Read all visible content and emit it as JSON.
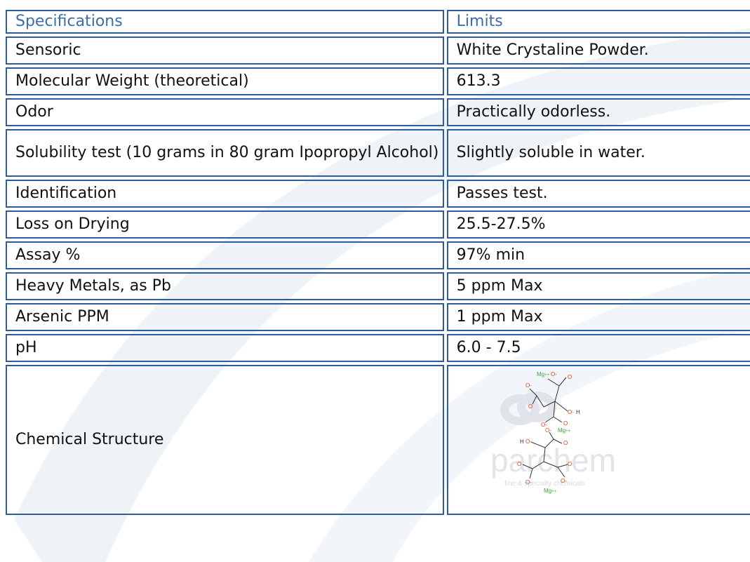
{
  "header": {
    "col1": "Specifications",
    "col2": "Limits"
  },
  "rows": [
    {
      "spec": "Sensoric",
      "limit": "White Crystaline Powder."
    },
    {
      "spec": "Molecular Weight (theoretical)",
      "limit": "613.3"
    },
    {
      "spec": "Odor",
      "limit": "Practically odorless."
    },
    {
      "spec": "Solubility test (10 grams in 80 gram Ipopropyl Alcohol)",
      "limit": "Slightly soluble in water."
    },
    {
      "spec": "Identification",
      "limit": "Passes test."
    },
    {
      "spec": "Loss on Drying",
      "limit": "25.5-27.5%"
    },
    {
      "spec": "Assay %",
      "limit": "97% min"
    },
    {
      "spec": "Heavy Metals, as Pb",
      "limit": "5 ppm Max"
    },
    {
      "spec": "Arsenic PPM",
      "limit": "1 ppm Max"
    },
    {
      "spec": "pH",
      "limit": "6.0 - 7.5"
    },
    {
      "spec": "Chemical Structure",
      "limit": ""
    }
  ],
  "structure": {
    "mg1": "Mg",
    "mg2": "Mg",
    "mg3": "Mg",
    "charge": "++",
    "o": "O",
    "o_minus": "O-",
    "h": "H",
    "watermark_brand": "parchem",
    "watermark_tagline": "fine & specialty chemicals"
  },
  "colors": {
    "border": "#2f5d9a",
    "header_text": "#3d6ea8",
    "mg": "#3aa63a",
    "oxygen": "#e0401a"
  }
}
